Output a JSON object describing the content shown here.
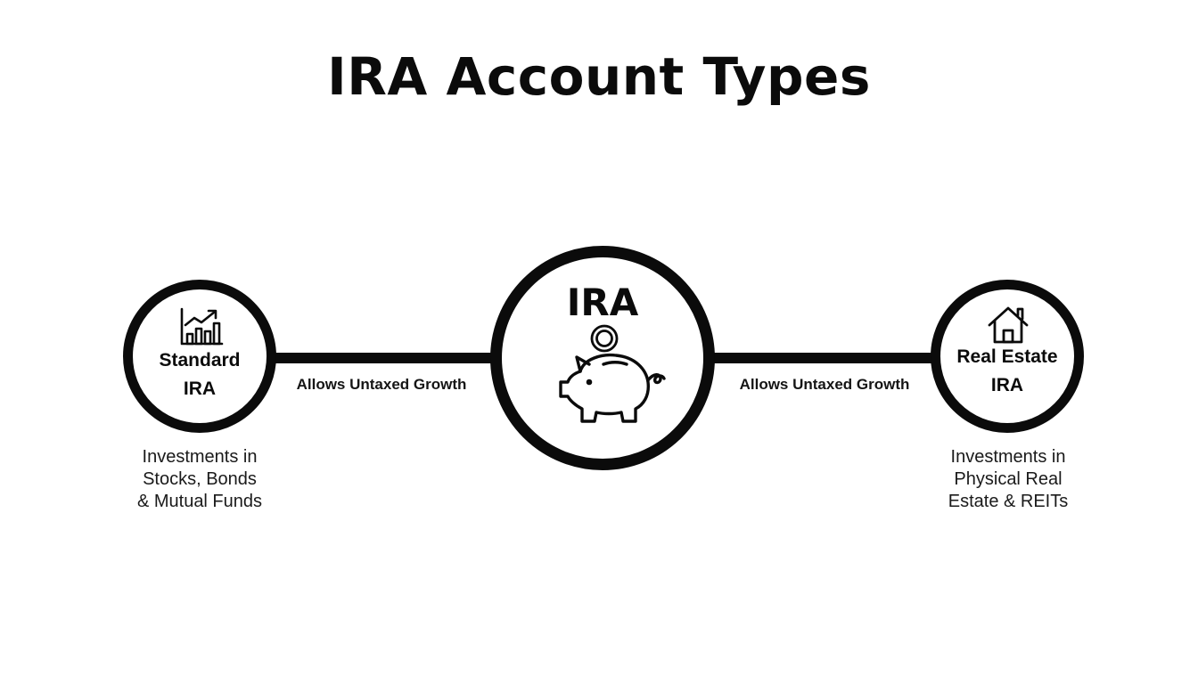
{
  "title": "IRA Account Types",
  "center_node": {
    "label": "IRA",
    "icons": [
      "coin-icon",
      "piggy-bank-icon"
    ]
  },
  "edges": [
    {
      "label": "Allows Untaxed Growth"
    },
    {
      "label": "Allows Untaxed Growth"
    }
  ],
  "nodes": [
    {
      "icon": "bar-chart-growth-icon",
      "label_lines": [
        "Standard",
        "IRA"
      ],
      "description_lines": [
        "Investments in",
        "Stocks, Bonds",
        "& Mutual Funds"
      ]
    },
    {
      "icon": "house-icon",
      "label_lines": [
        "Real Estate",
        "IRA"
      ],
      "description_lines": [
        "Investments in",
        "Physical Real",
        "Estate & REITs"
      ]
    }
  ],
  "colors": {
    "stroke": "#0b0b0b",
    "background": "#ffffff"
  }
}
